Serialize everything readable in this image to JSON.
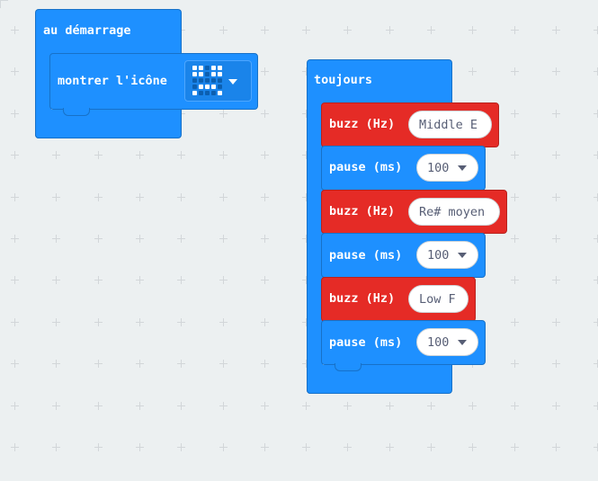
{
  "start_block": {
    "hat_label": "au démarrage",
    "show_icon_label": "montrer l'icône",
    "icon_name": "sad-face-icon"
  },
  "forever_block": {
    "hat_label": "toujours",
    "statements": [
      {
        "type": "buzz",
        "label": "buzz (Hz)",
        "value": "Middle E"
      },
      {
        "type": "pause",
        "label": "pause (ms)",
        "value": "100"
      },
      {
        "type": "buzz",
        "label": "buzz (Hz)",
        "value": "Re# moyen"
      },
      {
        "type": "pause",
        "label": "pause (ms)",
        "value": "100"
      },
      {
        "type": "buzz",
        "label": "buzz (Hz)",
        "value": "Low F"
      },
      {
        "type": "pause",
        "label": "pause (ms)",
        "value": "100"
      }
    ]
  },
  "colors": {
    "workspace": "#ecf0f1",
    "basic_block": "#1e90ff",
    "music_block": "#e52b26"
  }
}
